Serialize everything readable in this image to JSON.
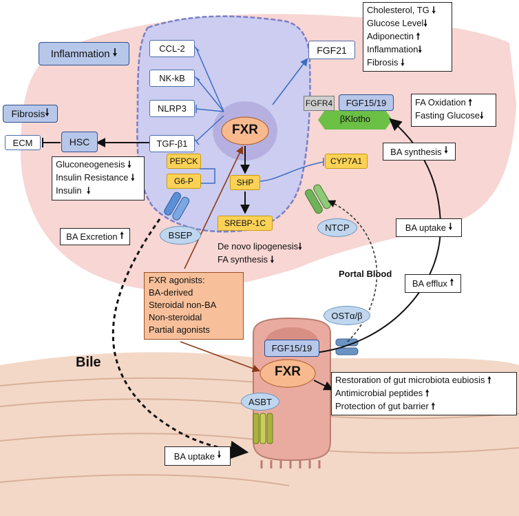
{
  "labels": {
    "inflammation": "Inflammation",
    "fibrosis": "Fibrosis",
    "ecm": "ECM",
    "hsc": "HSC",
    "ccl2": "CCL-2",
    "nfkb": "NK-kB",
    "nlrp3": "NLRP3",
    "tgfb1": "TGF-β1",
    "fgf21": "FGF21",
    "fxr_liver": "FXR",
    "pepck": "PEPCK",
    "g6p": "G6-P",
    "shp": "SHP",
    "srebp": "SREBP-1C",
    "cyp7a1": "CYP7A1",
    "fgfr4": "FGFR4",
    "fgf1519_top": "FGF15/19",
    "bklotho": "βKlotho",
    "bsep": "BSEP",
    "ntcp": "NTCP",
    "portal_blood": "Portal Blood",
    "bile": "Bile",
    "ost": "OSTα/β",
    "fgf1519_gut": "FGF15/19",
    "fxr_gut": "FXR",
    "asbt": "ASBT",
    "ba_excretion": "BA Excretion",
    "ba_synthesis": "BA synthesis",
    "ba_uptake_right": "BA uptake",
    "ba_efflux": "BA efflux",
    "ba_uptake_bottom": "BA uptake"
  },
  "arrows": {
    "up": "🠕",
    "down": "🠗"
  },
  "metabolic_box": [
    {
      "text": "Cholesterol, TG",
      "dir": "down"
    },
    {
      "text": "Glucose Level",
      "dir": "down"
    },
    {
      "text": "Adiponectin",
      "dir": "up"
    },
    {
      "text": "Inflammation",
      "dir": "down"
    },
    {
      "text": "Fibrosis",
      "dir": "down"
    }
  ],
  "fa_box": [
    {
      "text": "FA Oxidation",
      "dir": "up"
    },
    {
      "text": "Fasting Glucose",
      "dir": "down"
    }
  ],
  "glucose_box": [
    {
      "text": "Gluconeogenesis",
      "dir": "down"
    },
    {
      "text": "Insulin Resistance",
      "dir": "down"
    },
    {
      "text": "Insulin",
      "dir": "down"
    }
  ],
  "lipo_box": [
    {
      "text": "De novo lipogenesis",
      "dir": "down"
    },
    {
      "text": "FA synthesis",
      "dir": "down"
    }
  ],
  "agonists_box": [
    "FXR agonists:",
    "BA-derived",
    "Steroidal non-BA",
    "Non-steroidal",
    "Partial agonists"
  ],
  "gut_box": [
    {
      "text": "Restoration of gut microbiota eubiosis",
      "dir": "up"
    },
    {
      "text": "Antimicrobial peptides",
      "dir": "up"
    },
    {
      "text": "Protection of gut barrier",
      "dir": "up"
    }
  ],
  "colors": {
    "liver": "#f4c8c4",
    "hepatocyte": "#cccdf0",
    "fxr_fill": "#f9b98f",
    "enterocyte": "#e9aba0",
    "intestine": "#f3d8c8",
    "agonist_fill": "#f7c09b"
  }
}
